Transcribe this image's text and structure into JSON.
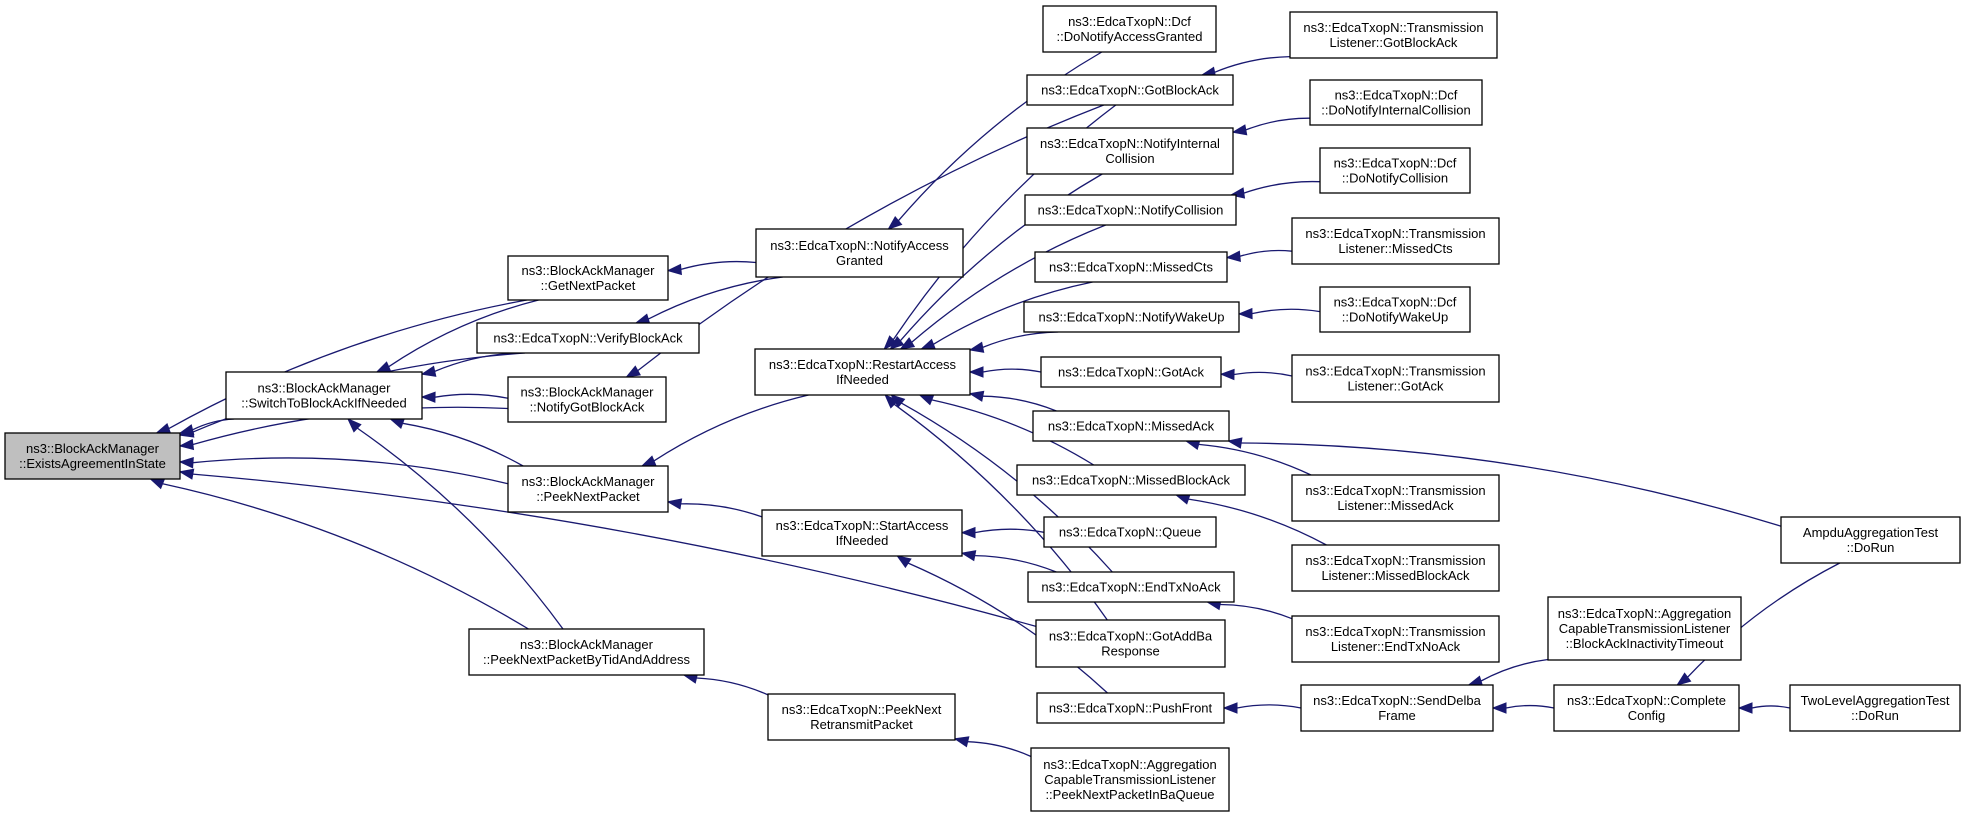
{
  "colors": {
    "edge": "#191970",
    "root_fill": "#bfbfbf",
    "node_fill": "#ffffff",
    "node_border": "#000000"
  },
  "nodes": {
    "n_exists": {
      "lines": [
        "ns3::BlockAckManager",
        "::ExistsAgreementInState"
      ],
      "root": true
    },
    "n_getnextpacket": {
      "lines": [
        "ns3::BlockAckManager",
        "::GetNextPacket"
      ]
    },
    "n_verifyblockack": {
      "lines": [
        "ns3::EdcaTxopN::VerifyBlockAck"
      ]
    },
    "n_switch": {
      "lines": [
        "ns3::BlockAckManager",
        "::SwitchToBlockAckIfNeeded"
      ]
    },
    "n_notifygot": {
      "lines": [
        "ns3::BlockAckManager",
        "::NotifyGotBlockAck"
      ]
    },
    "n_peeknext": {
      "lines": [
        "ns3::BlockAckManager",
        "::PeekNextPacket"
      ]
    },
    "n_peekbytid": {
      "lines": [
        "ns3::BlockAckManager",
        "::PeekNextPacketByTidAndAddress"
      ]
    },
    "n_notifyaccess": {
      "lines": [
        "ns3::EdcaTxopN::NotifyAccess",
        "Granted"
      ]
    },
    "n_restart": {
      "lines": [
        "ns3::EdcaTxopN::RestartAccess",
        "IfNeeded"
      ]
    },
    "n_startaccess": {
      "lines": [
        "ns3::EdcaTxopN::StartAccess",
        "IfNeeded"
      ]
    },
    "n_peekretransmit": {
      "lines": [
        "ns3::EdcaTxopN::PeekNext",
        "RetransmitPacket"
      ]
    },
    "n_dcf_access": {
      "lines": [
        "ns3::EdcaTxopN::Dcf",
        "::DoNotifyAccessGranted"
      ]
    },
    "n_gotblockack": {
      "lines": [
        "ns3::EdcaTxopN::GotBlockAck"
      ]
    },
    "n_notifyinternal": {
      "lines": [
        "ns3::EdcaTxopN::NotifyInternal",
        "Collision"
      ]
    },
    "n_notifycollision": {
      "lines": [
        "ns3::EdcaTxopN::NotifyCollision"
      ]
    },
    "n_missedcts": {
      "lines": [
        "ns3::EdcaTxopN::MissedCts"
      ]
    },
    "n_notifywakeup": {
      "lines": [
        "ns3::EdcaTxopN::NotifyWakeUp"
      ]
    },
    "n_gotack": {
      "lines": [
        "ns3::EdcaTxopN::GotAck"
      ]
    },
    "n_missedack": {
      "lines": [
        "ns3::EdcaTxopN::MissedAck"
      ]
    },
    "n_missedblockack": {
      "lines": [
        "ns3::EdcaTxopN::MissedBlockAck"
      ]
    },
    "n_queue": {
      "lines": [
        "ns3::EdcaTxopN::Queue"
      ]
    },
    "n_endtxnoack": {
      "lines": [
        "ns3::EdcaTxopN::EndTxNoAck"
      ]
    },
    "n_gotaddba": {
      "lines": [
        "ns3::EdcaTxopN::GotAddBa",
        "Response"
      ]
    },
    "n_pushfront": {
      "lines": [
        "ns3::EdcaTxopN::PushFront"
      ]
    },
    "n_agg_peekinba": {
      "lines": [
        "ns3::EdcaTxopN::Aggregation",
        "CapableTransmissionListener",
        "::PeekNextPacketInBaQueue"
      ]
    },
    "n_tl_gotblockack": {
      "lines": [
        "ns3::EdcaTxopN::Transmission",
        "Listener::GotBlockAck"
      ]
    },
    "n_dcf_internal": {
      "lines": [
        "ns3::EdcaTxopN::Dcf",
        "::DoNotifyInternalCollision"
      ]
    },
    "n_dcf_collision": {
      "lines": [
        "ns3::EdcaTxopN::Dcf",
        "::DoNotifyCollision"
      ]
    },
    "n_tl_missedcts": {
      "lines": [
        "ns3::EdcaTxopN::Transmission",
        "Listener::MissedCts"
      ]
    },
    "n_dcf_wakeup": {
      "lines": [
        "ns3::EdcaTxopN::Dcf",
        "::DoNotifyWakeUp"
      ]
    },
    "n_tl_gotack": {
      "lines": [
        "ns3::EdcaTxopN::Transmission",
        "Listener::GotAck"
      ]
    },
    "n_tl_missedack": {
      "lines": [
        "ns3::EdcaTxopN::Transmission",
        "Listener::MissedAck"
      ]
    },
    "n_tl_missedblockack": {
      "lines": [
        "ns3::EdcaTxopN::Transmission",
        "Listener::MissedBlockAck"
      ]
    },
    "n_tl_endtxnoack": {
      "lines": [
        "ns3::EdcaTxopN::Transmission",
        "Listener::EndTxNoAck"
      ]
    },
    "n_agg_inactivity": {
      "lines": [
        "ns3::EdcaTxopN::Aggregation",
        "CapableTransmissionListener",
        "::BlockAckInactivityTimeout"
      ]
    },
    "n_senddelba": {
      "lines": [
        "ns3::EdcaTxopN::SendDelba",
        "Frame"
      ]
    },
    "n_completeconfig": {
      "lines": [
        "ns3::EdcaTxopN::Complete",
        "Config"
      ]
    },
    "n_ampdutest": {
      "lines": [
        "AmpduAggregationTest",
        "::DoRun"
      ]
    },
    "n_twoleveltest": {
      "lines": [
        "TwoLevelAggregationTest",
        "::DoRun"
      ]
    }
  },
  "edges": [
    [
      "n_getnextpacket",
      "n_exists"
    ],
    [
      "n_verifyblockack",
      "n_exists"
    ],
    [
      "n_switch",
      "n_exists"
    ],
    [
      "n_notifygot",
      "n_exists"
    ],
    [
      "n_peeknext",
      "n_exists"
    ],
    [
      "n_peekbytid",
      "n_exists"
    ],
    [
      "n_gotaddba",
      "n_exists"
    ],
    [
      "n_notifyaccess",
      "n_getnextpacket"
    ],
    [
      "n_getnextpacket",
      "n_switch"
    ],
    [
      "n_verifyblockack",
      "n_switch"
    ],
    [
      "n_notifygot",
      "n_switch"
    ],
    [
      "n_peeknext",
      "n_switch"
    ],
    [
      "n_peekbytid",
      "n_switch"
    ],
    [
      "n_notifyaccess",
      "n_verifyblockack"
    ],
    [
      "n_gotblockack",
      "n_notifygot"
    ],
    [
      "n_restart",
      "n_peeknext"
    ],
    [
      "n_startaccess",
      "n_peeknext"
    ],
    [
      "n_peekretransmit",
      "n_peekbytid"
    ],
    [
      "n_dcf_access",
      "n_notifyaccess"
    ],
    [
      "n_gotblockack",
      "n_restart"
    ],
    [
      "n_notifyinternal",
      "n_restart"
    ],
    [
      "n_notifycollision",
      "n_restart"
    ],
    [
      "n_missedcts",
      "n_restart"
    ],
    [
      "n_notifywakeup",
      "n_restart"
    ],
    [
      "n_gotack",
      "n_restart"
    ],
    [
      "n_missedack",
      "n_restart"
    ],
    [
      "n_missedblockack",
      "n_restart"
    ],
    [
      "n_endtxnoack",
      "n_restart"
    ],
    [
      "n_gotaddba",
      "n_restart"
    ],
    [
      "n_queue",
      "n_startaccess"
    ],
    [
      "n_endtxnoack",
      "n_startaccess"
    ],
    [
      "n_pushfront",
      "n_startaccess"
    ],
    [
      "n_agg_peekinba",
      "n_peekretransmit"
    ],
    [
      "n_tl_gotblockack",
      "n_gotblockack"
    ],
    [
      "n_dcf_internal",
      "n_notifyinternal"
    ],
    [
      "n_dcf_collision",
      "n_notifycollision"
    ],
    [
      "n_tl_missedcts",
      "n_missedcts"
    ],
    [
      "n_dcf_wakeup",
      "n_notifywakeup"
    ],
    [
      "n_tl_gotack",
      "n_gotack"
    ],
    [
      "n_tl_missedack",
      "n_missedack"
    ],
    [
      "n_ampdutest",
      "n_missedack"
    ],
    [
      "n_tl_missedblockack",
      "n_missedblockack"
    ],
    [
      "n_tl_endtxnoack",
      "n_endtxnoack"
    ],
    [
      "n_senddelba",
      "n_pushfront"
    ],
    [
      "n_agg_inactivity",
      "n_senddelba"
    ],
    [
      "n_completeconfig",
      "n_senddelba"
    ],
    [
      "n_ampdutest",
      "n_completeconfig"
    ],
    [
      "n_twoleveltest",
      "n_completeconfig"
    ]
  ]
}
